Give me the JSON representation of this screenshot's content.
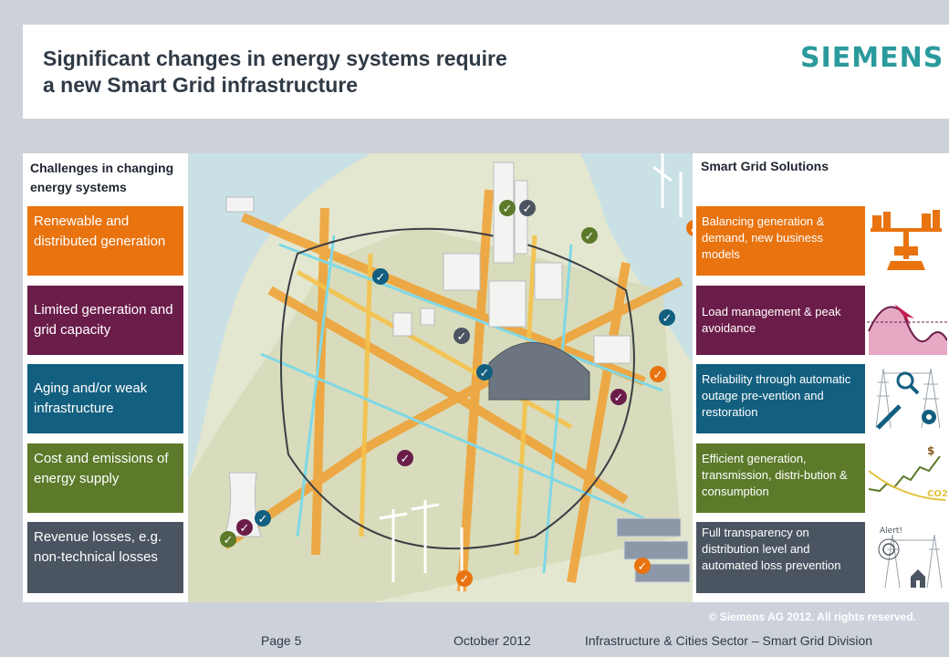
{
  "header": {
    "title_line1": "Significant changes in energy systems require",
    "title_line2": "a new Smart Grid infrastructure",
    "logo": "SIEMENS"
  },
  "challenges": {
    "heading": "Challenges in changing energy systems",
    "items": [
      {
        "label": "Renewable and distributed generation",
        "color": "#e8730f"
      },
      {
        "label": "Limited generation and grid capacity",
        "color": "#6b1d4a"
      },
      {
        "label": "Aging and/or weak infrastructure",
        "color": "#135f80"
      },
      {
        "label": "Cost and emissions of energy supply",
        "color": "#5c7a2a"
      },
      {
        "label": "Revenue losses, e.g. non-technical losses",
        "color": "#4b5561"
      }
    ]
  },
  "solutions": {
    "heading": "Smart Grid Solutions",
    "items": [
      {
        "label": "Balancing generation & demand, new business models",
        "color": "#e8730f",
        "icon": "balance-scale-city-icon"
      },
      {
        "label": "Load management & peak avoidance",
        "color": "#6b1d4a",
        "icon": "load-curve-icon"
      },
      {
        "label": "Reliability through automatic outage pre-vention and restoration",
        "color": "#135f80",
        "icon": "power-tower-magnifier-wrench-icon"
      },
      {
        "label": "Efficient generation, transmission, distri-bution & consumption",
        "color": "#5c7a2a",
        "icon": "cost-co2-chart-icon"
      },
      {
        "label": "Full transparency on distribution level and automated loss prevention",
        "color": "#4b5561",
        "icon": "alert-house-tower-icon"
      }
    ]
  },
  "chart_icon_text": {
    "dollar": "$",
    "co2": "CO2",
    "alert": "Alert!"
  },
  "footer": {
    "copyright": "© Siemens AG 2012. All rights reserved.",
    "page": "Page 5",
    "date": "October 2012",
    "division": "Infrastructure & Cities Sector – Smart Grid Division"
  }
}
